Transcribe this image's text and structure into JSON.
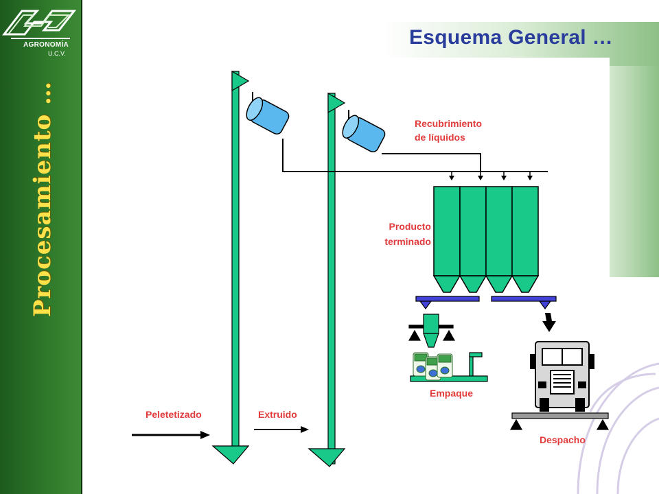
{
  "header": {
    "title": "Esquema General …",
    "org_name": "AGRONOMÍA",
    "org_sub": "U.C.V."
  },
  "sidebar": {
    "section_title": "Procesamiento …"
  },
  "diagram": {
    "labels": {
      "recubrimiento_1": "Recubrimiento",
      "recubrimiento_2": "de líquidos",
      "producto_1": "Producto",
      "producto_2": "terminado",
      "empaque": "Empaque",
      "peletetizado": "Peletetizado",
      "extruido": "Extruido",
      "despacho": "Despacho"
    }
  },
  "colors": {
    "sidebar_green": "#2f7a2b",
    "accent_yellow": "#ffe14a",
    "title_blue": "#2a3d9c",
    "equipment_green": "#19c98a",
    "dryer_blue": "#5ab8ee",
    "hopper_blue": "#4242d9",
    "label_red": "#e23b3b"
  }
}
